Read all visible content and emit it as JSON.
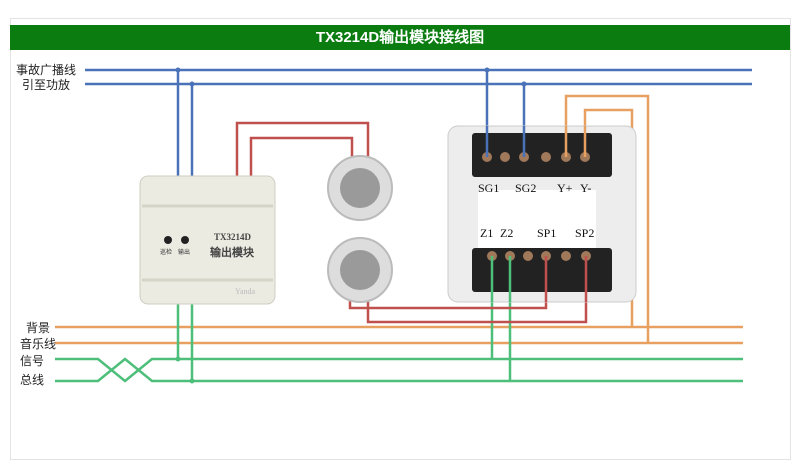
{
  "title": "TX3214D输出模块接线图",
  "left_labels": {
    "emergency_line_1": "事故广播线",
    "emergency_line_2": "引至功放",
    "bgm_1": "背景",
    "bgm_2": "音乐线",
    "signal_1": "信号",
    "signal_2": "总线"
  },
  "module": {
    "model": "TX3214D",
    "name": "输出模块",
    "led1": "巡检",
    "led2": "输出",
    "brand": "Yanda"
  },
  "terminals": {
    "top": [
      "SG1",
      "SG2",
      "Y+",
      "Y-"
    ],
    "bottom": [
      "Z1",
      "Z2",
      "SP1",
      "SP2"
    ]
  },
  "colors": {
    "title_bg": "#0b7d10",
    "blue": "#4a72b8",
    "orange": "#e8a060",
    "green": "#4dbf7a",
    "red": "#c0504d"
  }
}
